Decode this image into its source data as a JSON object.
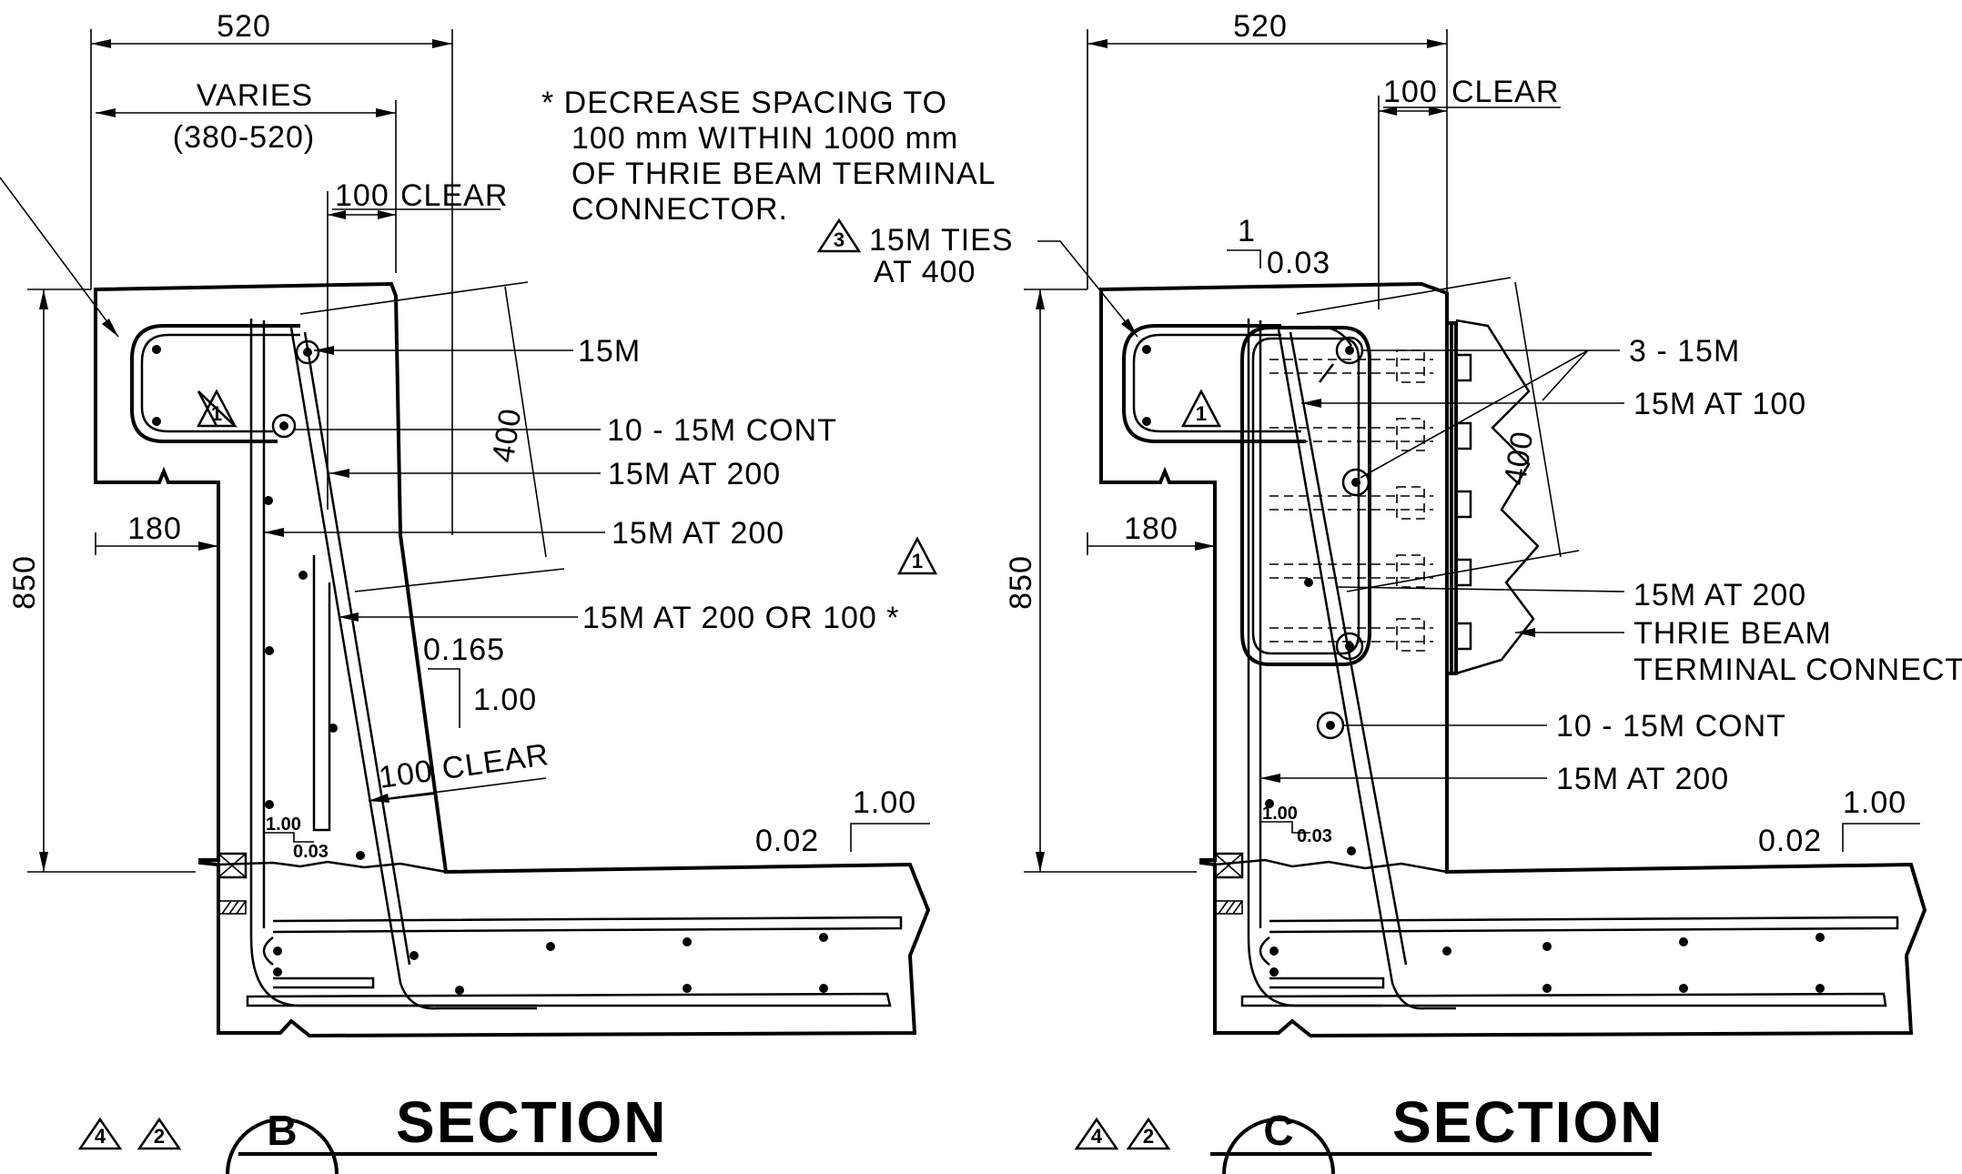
{
  "section_b": {
    "dim_width": "520",
    "dim_varies": "VARIES",
    "dim_varies_range": "(380-520)",
    "dim_clear_top": "100",
    "dim_clear_top_word": "CLEAR",
    "dim_height": "850",
    "dim_180": "180",
    "dim_400": "400",
    "note": [
      "* DECREASE SPACING TO",
      "100 mm WITHIN 1000 mm",
      "OF THRIE BEAM TERMINAL",
      "CONNECTOR."
    ],
    "callouts": {
      "bar_15m": "15M",
      "cont": "10 - 15M CONT",
      "at200_a": "15M AT 200",
      "at200_b": "15M AT 200",
      "at200_or100": "15M AT 200 OR 100 *"
    },
    "slope_0165": "0.165",
    "slope_100": "1.00",
    "clear_bottom": "100 CLEAR",
    "deck_slope_100": "1.00",
    "deck_slope_002": "0.02",
    "small_100": "1.00",
    "small_003": "0.03",
    "rev_tri_1": "1",
    "rev_tri_1_right": "1",
    "title_rev_a": "4",
    "title_rev_b": "2",
    "letter": "B",
    "title": "SECTION"
  },
  "section_c": {
    "dim_width": "520",
    "dim_clear_top": "100",
    "dim_clear_top_word": "CLEAR",
    "dim_height": "850",
    "dim_180": "180",
    "dim_400": "400",
    "ties_rev": "3",
    "ties_line1": "15M TIES",
    "ties_line2": "AT 400",
    "slope_1": "1",
    "slope_003": "0.03",
    "callouts": {
      "bars_3": "3 - 15M",
      "at100": "15M AT 100",
      "at200_a": "15M AT 200",
      "thrie_1": "THRIE BEAM",
      "thrie_2": "TERMINAL CONNECTOR",
      "cont": "10 - 15M CONT",
      "at200_b": "15M AT 200"
    },
    "deck_slope_100": "1.00",
    "deck_slope_002": "0.02",
    "small_100": "1.00",
    "small_003": "0.03",
    "rev_tri_1": "1",
    "title_rev_a": "4",
    "title_rev_b": "2",
    "letter": "C",
    "title": "SECTION"
  }
}
